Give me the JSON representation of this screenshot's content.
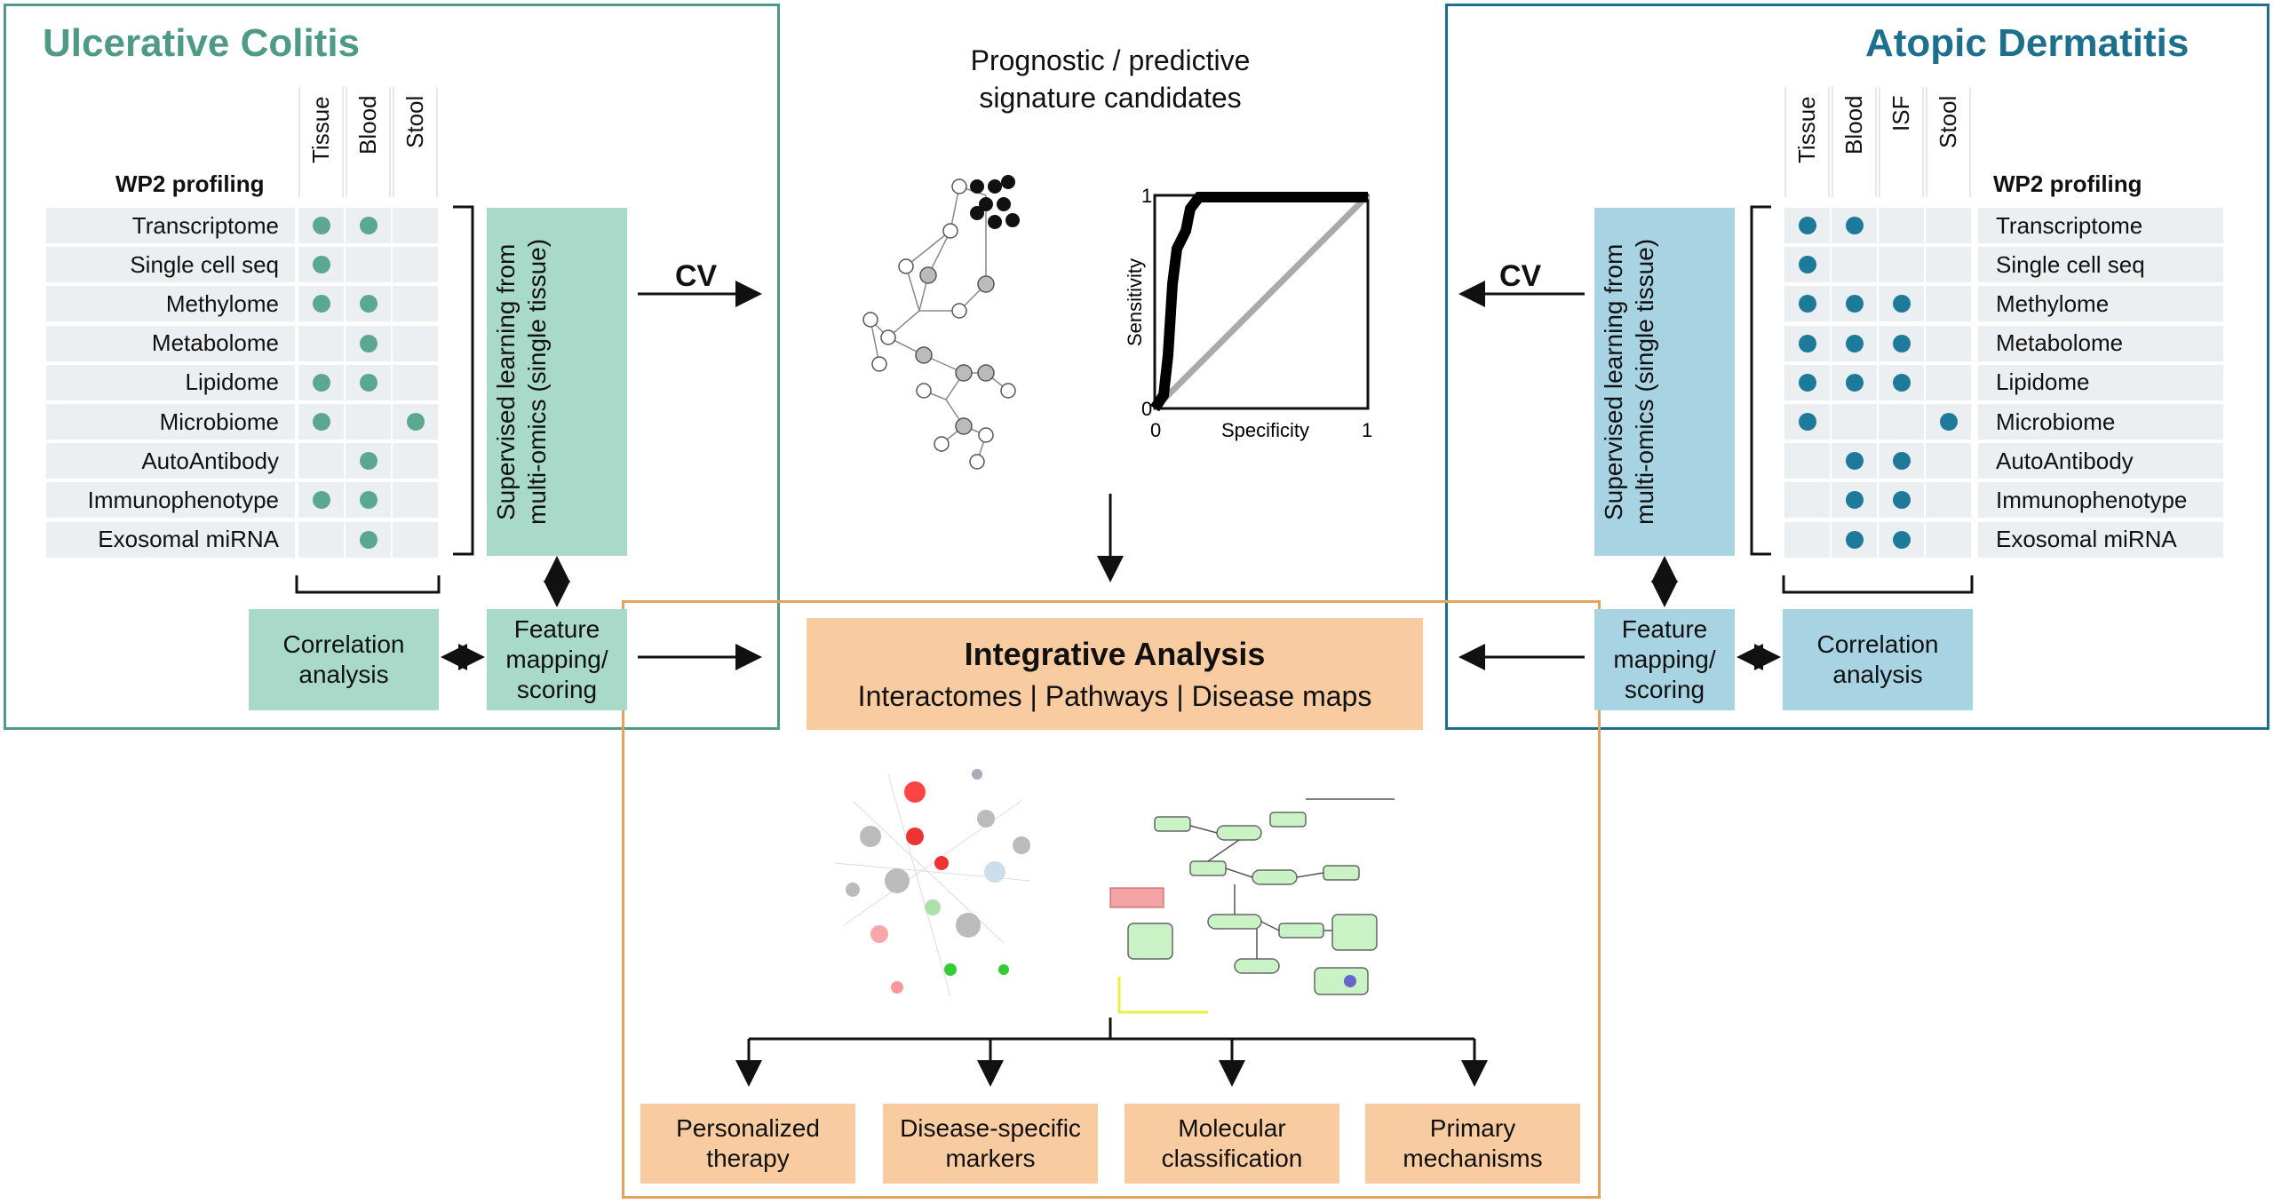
{
  "uc": {
    "title": "Ulcerative Colitis",
    "profiling_label": "WP2 profiling",
    "columns": [
      "Tissue",
      "Blood",
      "Stool"
    ],
    "rows": [
      {
        "label": "Transcriptome",
        "marks": [
          true,
          true,
          false
        ]
      },
      {
        "label": "Single cell seq",
        "marks": [
          true,
          false,
          false
        ]
      },
      {
        "label": "Methylome",
        "marks": [
          true,
          true,
          false
        ]
      },
      {
        "label": "Metabolome",
        "marks": [
          false,
          true,
          false
        ]
      },
      {
        "label": "Lipidome",
        "marks": [
          true,
          true,
          false
        ]
      },
      {
        "label": "Microbiome",
        "marks": [
          true,
          false,
          true
        ]
      },
      {
        "label": "AutoAntibody",
        "marks": [
          false,
          true,
          false
        ]
      },
      {
        "label": "Immunophenotype",
        "marks": [
          true,
          true,
          false
        ]
      },
      {
        "label": "Exosomal miRNA",
        "marks": [
          false,
          true,
          false
        ]
      }
    ],
    "supervised": "Supervised learning from multi-omics (single tissue)",
    "correlation": "Correlation analysis",
    "feature": "Feature mapping/ scoring",
    "cv": "CV",
    "color": "#4e9a86"
  },
  "ad": {
    "title": "Atopic Dermatitis",
    "profiling_label": "WP2 profiling",
    "columns": [
      "Tissue",
      "Blood",
      "ISF",
      "Stool"
    ],
    "rows": [
      {
        "label": "Transcriptome",
        "marks": [
          true,
          true,
          false,
          false
        ]
      },
      {
        "label": "Single cell seq",
        "marks": [
          true,
          false,
          false,
          false
        ]
      },
      {
        "label": "Methylome",
        "marks": [
          true,
          true,
          true,
          false
        ]
      },
      {
        "label": "Metabolome",
        "marks": [
          true,
          true,
          true,
          false
        ]
      },
      {
        "label": "Lipidome",
        "marks": [
          true,
          true,
          true,
          false
        ]
      },
      {
        "label": "Microbiome",
        "marks": [
          true,
          false,
          false,
          true
        ]
      },
      {
        "label": "AutoAntibody",
        "marks": [
          false,
          true,
          true,
          false
        ]
      },
      {
        "label": "Immunophenotype",
        "marks": [
          false,
          true,
          true,
          false
        ]
      },
      {
        "label": "Exosomal miRNA",
        "marks": [
          false,
          true,
          true,
          false
        ]
      }
    ],
    "supervised": "Supervised learning from multi-omics (single tissue)",
    "correlation": "Correlation analysis",
    "feature": "Feature mapping/ scoring",
    "cv": "CV",
    "color": "#1d6f8e"
  },
  "center": {
    "signature_title": "Prognostic / predictive signature candidates",
    "roc": {
      "ylabel": "Sensitivity",
      "xlabel": "Specificity",
      "tick0": "0",
      "tick1": "1",
      "ytick0": "0",
      "ytick1": "1"
    },
    "integrative_title": "Integrative Analysis",
    "integrative_sub": "Interactomes | Pathways | Disease maps",
    "outcomes": [
      "Personalized therapy",
      "Disease-specific markers",
      "Molecular classification",
      "Primary mechanisms"
    ],
    "border_color": "#e3a25d"
  }
}
